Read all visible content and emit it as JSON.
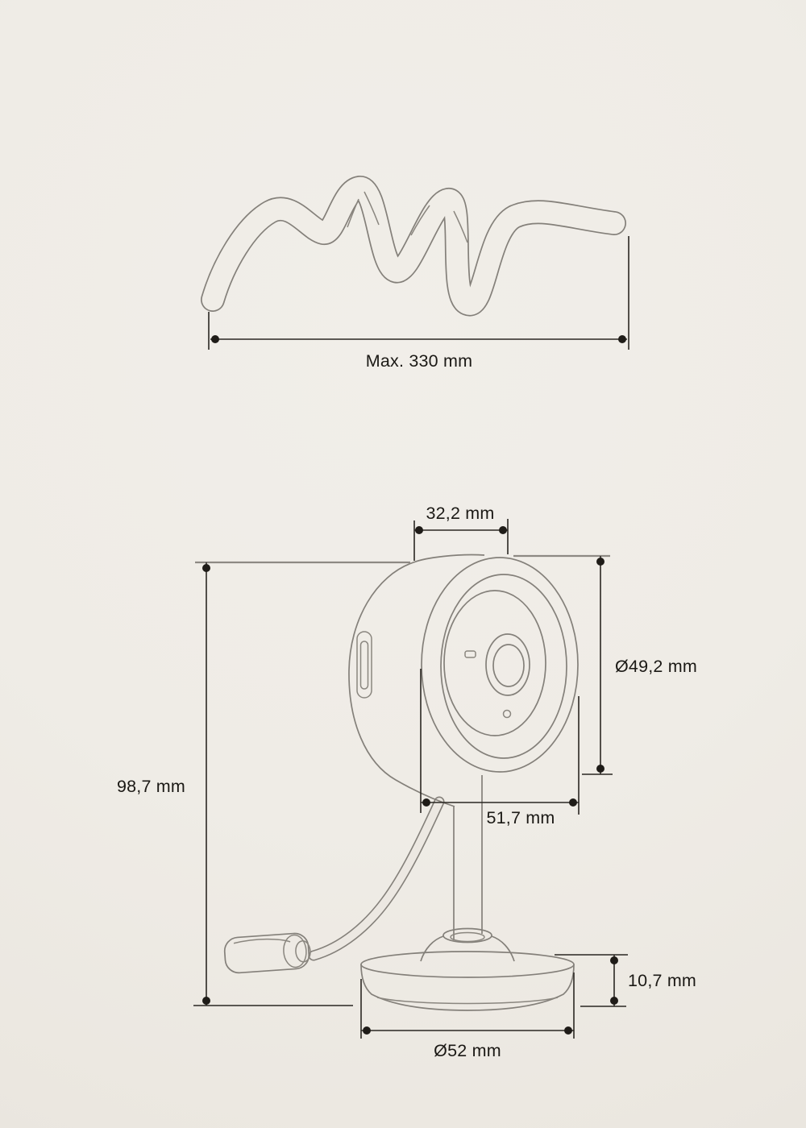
{
  "diagram": {
    "kind": "product-dimension-drawing",
    "product": "flexible-arm camera with stand and USB cable",
    "colors": {
      "background": "#efece6",
      "drawing_outline": "#84807a",
      "dimension_lines": "#2a2722",
      "label_text": "#1b1915"
    },
    "flexible_arm": {
      "length_label": "Max. 330 mm"
    },
    "camera": {
      "top_width_label": "32,2 mm",
      "face_diameter_label": "Ø49,2 mm",
      "body_depth_label": "51,7 mm",
      "total_height_label": "98,7 mm",
      "base_height_label": "10,7 mm",
      "base_diameter_label": "Ø52 mm"
    }
  }
}
